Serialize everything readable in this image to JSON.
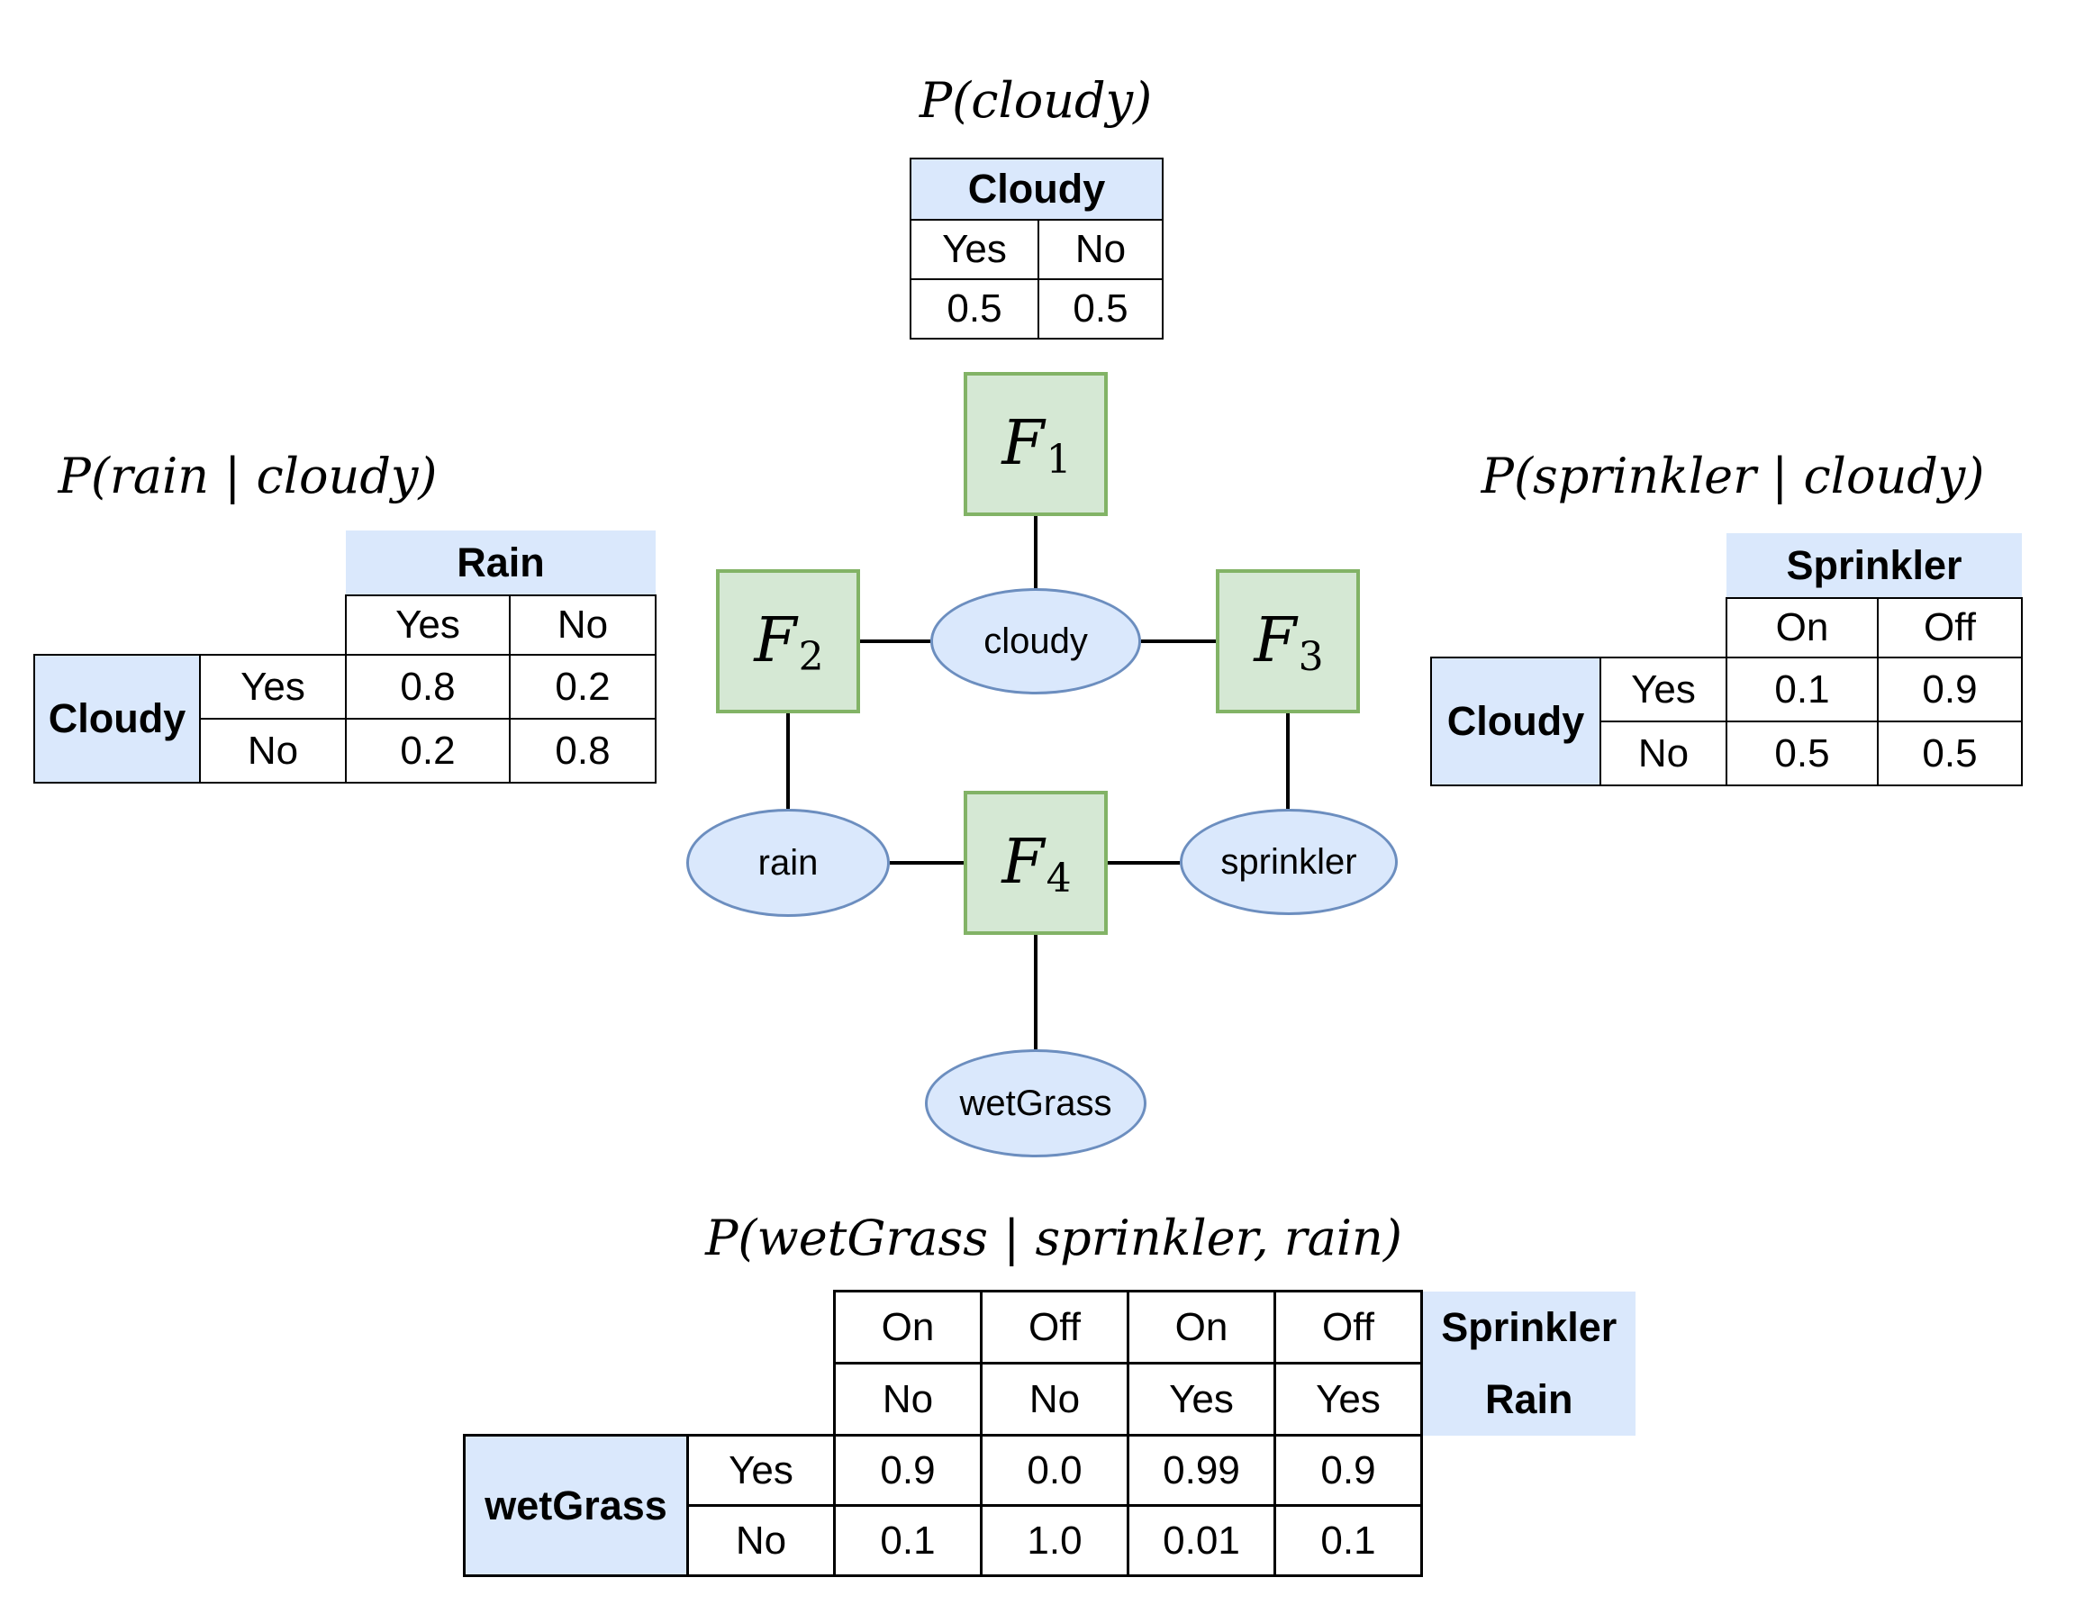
{
  "colors": {
    "background": "#ffffff",
    "factor_fill": "#d5e8d4",
    "factor_border": "#82b366",
    "variable_fill": "#dae8fc",
    "variable_border": "#6c8ebf",
    "table_header_fill": "#dae8fc",
    "line": "#000000"
  },
  "titles": {
    "cloudy": "P(cloudy)",
    "rain": "P(rain | cloudy)",
    "sprinkler": "P(sprinkler | cloudy)",
    "wetgrass": "P(wetGrass | sprinkler, rain)"
  },
  "graph": {
    "factors": [
      {
        "base": "F",
        "sub": "1"
      },
      {
        "base": "F",
        "sub": "2"
      },
      {
        "base": "F",
        "sub": "3"
      },
      {
        "base": "F",
        "sub": "4"
      }
    ],
    "nodes": [
      {
        "label": "cloudy"
      },
      {
        "label": "rain"
      },
      {
        "label": "sprinkler"
      },
      {
        "label": "wetGrass"
      }
    ],
    "edges": [
      "F1-cloudy",
      "F2-cloudy",
      "cloudy-F3",
      "F2-rain",
      "F3-sprinkler",
      "rain-F4",
      "F4-sprinkler",
      "F4-wetGrass"
    ]
  },
  "tables": {
    "cloudy": {
      "header": "Cloudy",
      "cols": [
        "Yes",
        "No"
      ],
      "values": [
        "0.5",
        "0.5"
      ]
    },
    "rain": {
      "var_header": "Rain",
      "cond_header": "Cloudy",
      "col_labels": [
        "Yes",
        "No"
      ],
      "rows": [
        {
          "label": "Yes",
          "values": [
            "0.8",
            "0.2"
          ]
        },
        {
          "label": "No",
          "values": [
            "0.2",
            "0.8"
          ]
        }
      ]
    },
    "sprinkler": {
      "var_header": "Sprinkler",
      "cond_header": "Cloudy",
      "col_labels": [
        "On",
        "Off"
      ],
      "rows": [
        {
          "label": "Yes",
          "values": [
            "0.1",
            "0.9"
          ]
        },
        {
          "label": "No",
          "values": [
            "0.5",
            "0.5"
          ]
        }
      ]
    },
    "wetgrass": {
      "corner_labels": [
        "Sprinkler",
        "Rain"
      ],
      "cond_header": "wetGrass",
      "col_row1": [
        "On",
        "Off",
        "On",
        "Off"
      ],
      "col_row2": [
        "No",
        "No",
        "Yes",
        "Yes"
      ],
      "rows": [
        {
          "label": "Yes",
          "values": [
            "0.9",
            "0.0",
            "0.99",
            "0.9"
          ]
        },
        {
          "label": "No",
          "values": [
            "0.1",
            "1.0",
            "0.01",
            "0.1"
          ]
        }
      ]
    }
  }
}
